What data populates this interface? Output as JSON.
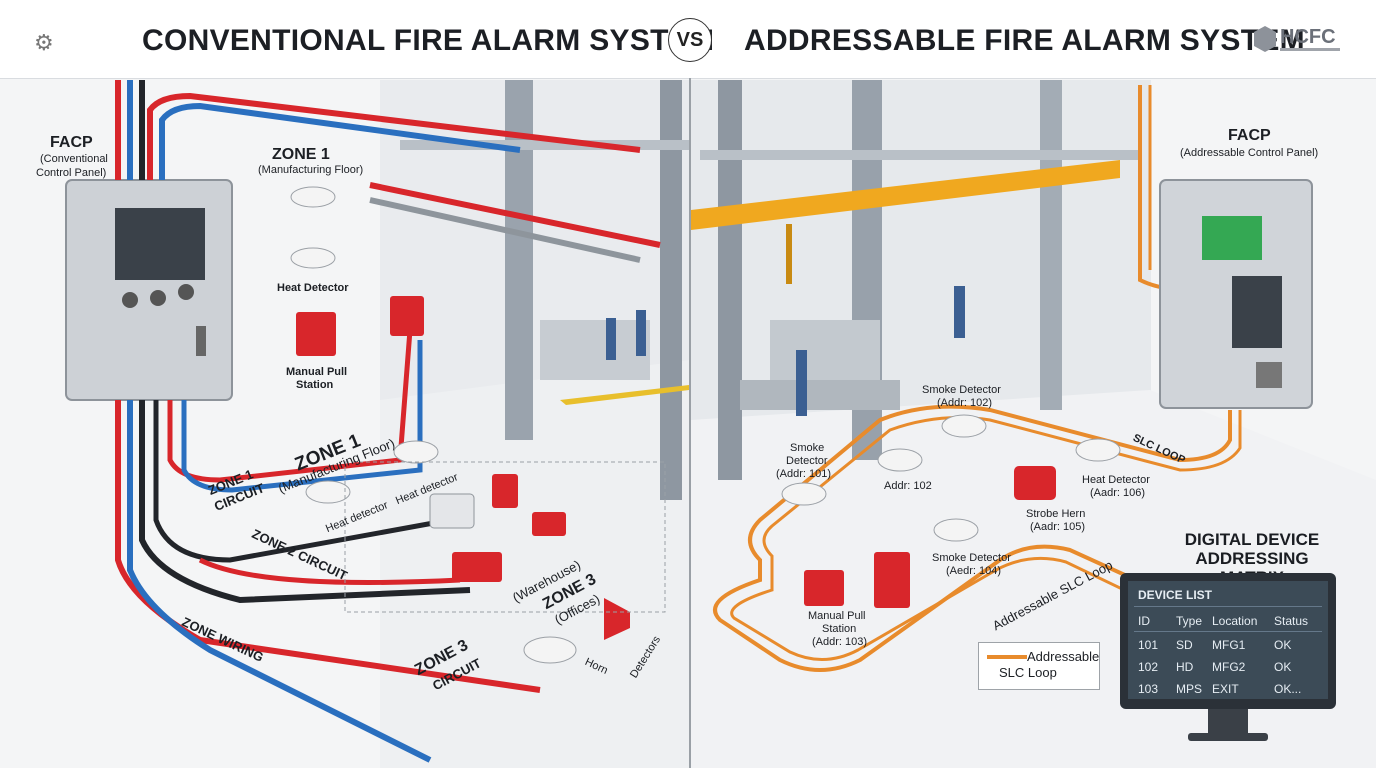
{
  "header": {
    "title_left": "CONVENTIONAL FIRE ALARM SYSTEM",
    "vs": "VS",
    "title_right": "ADDRESSABLE FIRE ALARM SYSTEM",
    "logo": "HCFC"
  },
  "left": {
    "facp_title": "FACP",
    "facp_sub1": "(Conventional",
    "facp_sub2": "Control Panel)",
    "zone1_title": "ZONE 1",
    "zone1_sub": "(Manufacturing Floor)",
    "heat_detector": "Heat Detector",
    "manual_pull_1": "Manual Pull",
    "manual_pull_2": "Station",
    "zone1_floor_title": "ZONE 1",
    "zone1_floor_sub": "(Manufacturing Floor)",
    "zone1_circuit_1": "ZONE 1",
    "zone1_circuit_2": "CIRCUIT",
    "heat_detector_a": "Heat detector",
    "heat_detector_b": "Heat detector",
    "zone2_circuit": "ZONE 2 CIRCUIT",
    "warehouse": "(Warehouse)",
    "zone3_title": "ZONE 3",
    "zone3_sub": "(Offices)",
    "zone_wiring": "ZONE WIRING",
    "zone3_circuit_1": "ZONE 3",
    "zone3_circuit_2": "CIRCUIT",
    "horn": "Horn",
    "detectors": "Detectors"
  },
  "right": {
    "facp_title": "FACP",
    "facp_sub": "(Addressable Control Panel)",
    "smoke_102_1": "Smoke Detector",
    "smoke_102_2": "(Addr: 102)",
    "slc_loop": "SLC LOOP",
    "smoke_101_1": "Smoke",
    "smoke_101_2": "Detector",
    "smoke_101_3": "(Addr: 101)",
    "addr_102": "Addr: 102",
    "heat_106_1": "Heat Detector",
    "heat_106_2": "(Aadr: 106)",
    "strobe_1": "Strobe Hern",
    "strobe_2": "(Aadr: 105)",
    "smoke_104_1": "Smoke Detector",
    "smoke_104_2": "(Aedr: 104)",
    "addressable_slc": "Addressable SLC Loop",
    "manual_1": "Manual Pull",
    "manual_2": "Station",
    "manual_3": "(Addr: 103)",
    "legend_1": "Addressable",
    "legend_2": "SLC Loop"
  },
  "matrix": {
    "title_1": "DIGITAL DEVICE",
    "title_2": "ADDRESSING MATRIX",
    "list_title": "DEVICE LIST",
    "columns": [
      "ID",
      "Type",
      "Location",
      "Status"
    ],
    "rows": [
      [
        "101",
        "SD",
        "MFG1",
        "OK"
      ],
      [
        "102",
        "HD",
        "MFG2",
        "OK"
      ],
      [
        "103",
        "MPS",
        "EXIT",
        "OK..."
      ]
    ]
  },
  "colors": {
    "wire_red": "#d8262b",
    "wire_blue": "#2a6fbf",
    "wire_black": "#22252a",
    "slc_orange": "#e88b2c",
    "beam_yellow": "#f0a81f",
    "panel_gray": "#c9cdd2"
  }
}
